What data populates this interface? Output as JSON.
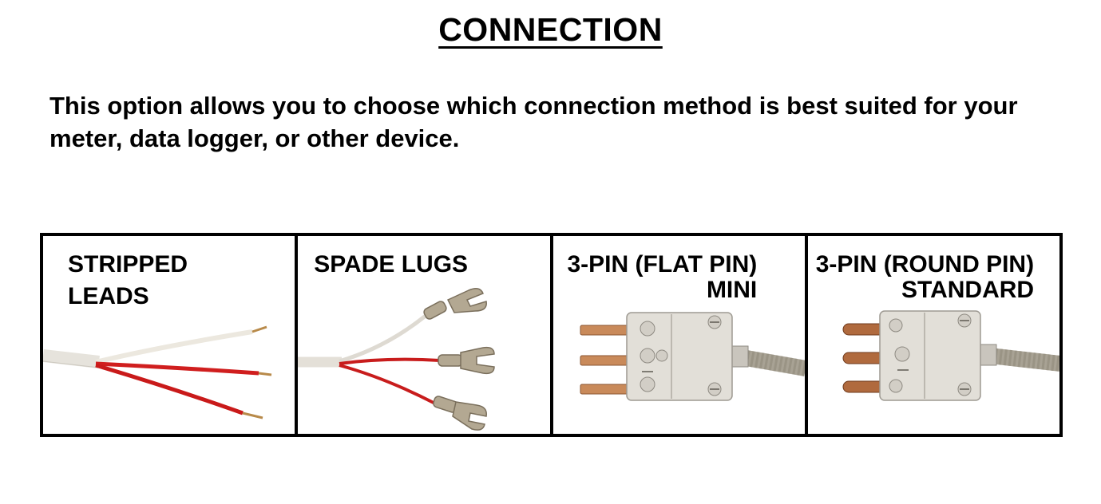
{
  "title": "CONNECTION",
  "intro": "This option allows you to choose which connection method is best suited for your meter, data logger, or other device.",
  "options": [
    {
      "line1": "STRIPPED",
      "line2": "LEADS"
    },
    {
      "line1": "SPADE LUGS"
    },
    {
      "line1": "3-PIN (FLAT PIN)",
      "line2": "MINI"
    },
    {
      "line1": "3-PIN (ROUND PIN)",
      "line2": "STANDARD"
    }
  ]
}
